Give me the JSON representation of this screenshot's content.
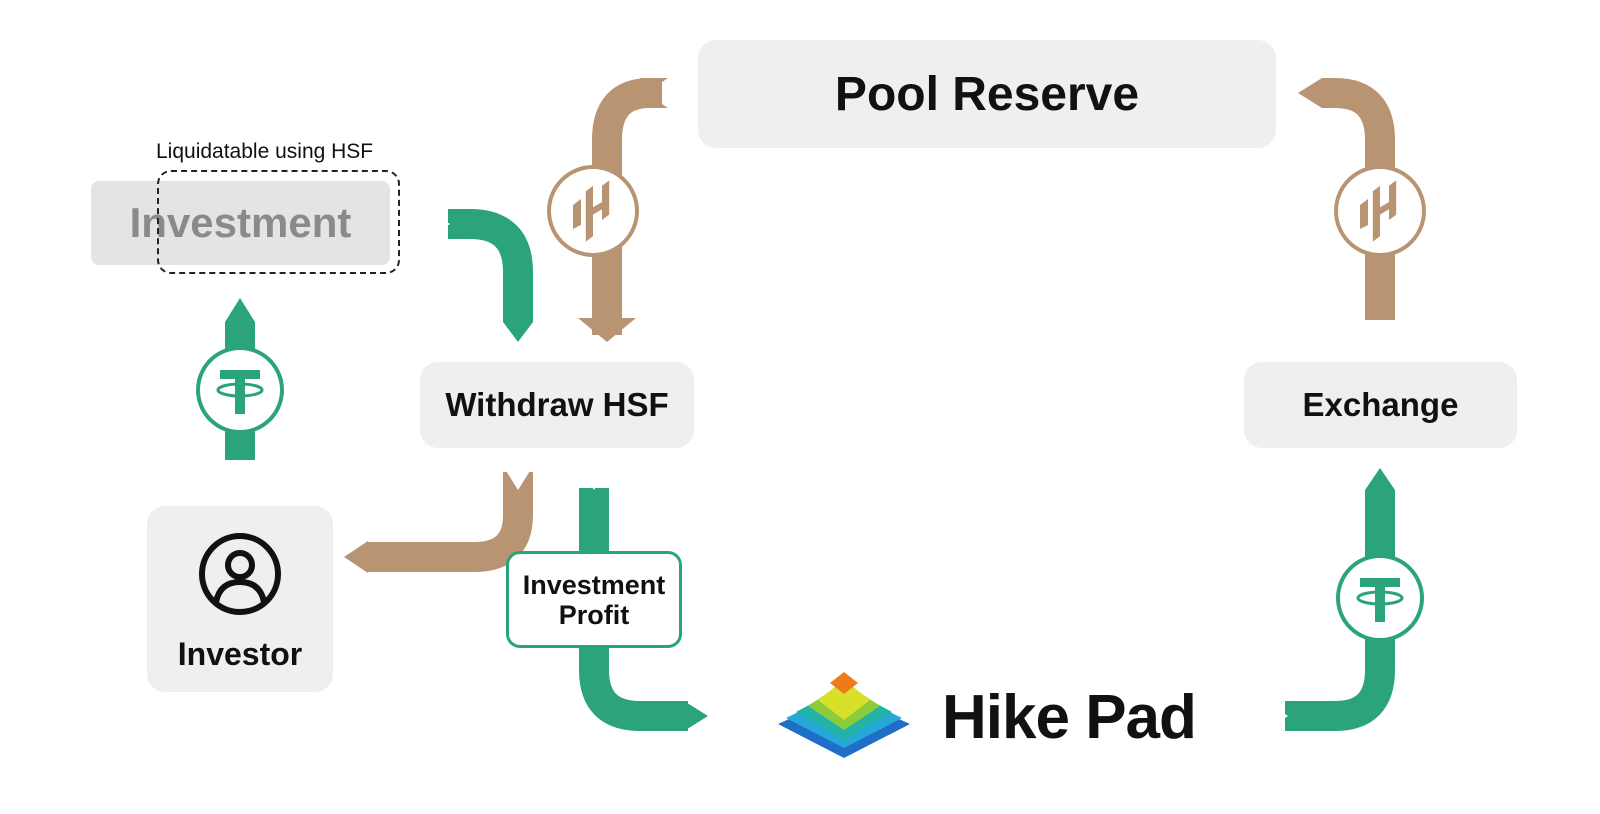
{
  "nodes": {
    "pool_reserve": "Pool Reserve",
    "withdraw_hsf": "Withdraw HSF",
    "exchange": "Exchange",
    "investment": "Investment",
    "investor": "Investor"
  },
  "annotations": {
    "liquidatable": "Liquidatable using HSF",
    "investment_profit_line1": "Investment",
    "investment_profit_line2": "Profit"
  },
  "brand": {
    "name": "Hike Pad"
  },
  "icons": {
    "hsf_coin": "hsf-coin-icon",
    "tether_coin": "tether-coin-icon",
    "investor": "person-icon",
    "hikepad_logo": "hikepad-pyramid-logo"
  },
  "colors": {
    "hsf_flow": "#b89473",
    "usdt_flow": "#2ba47c",
    "box_bg": "#efefef",
    "text": "#111111"
  }
}
